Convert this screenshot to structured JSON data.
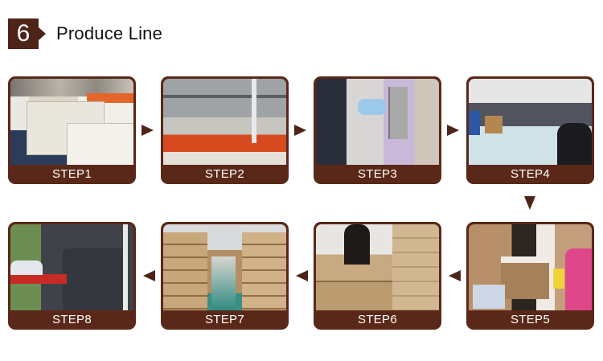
{
  "heading": {
    "number": "6",
    "title": "Produce Line"
  },
  "colors": {
    "brand_brown": "#5a2818",
    "arrow_brown": "#4e2418",
    "label_text": "#ffffff"
  },
  "steps": [
    {
      "label": "STEP1",
      "photo": "injection-molding-machines"
    },
    {
      "label": "STEP2",
      "photo": "automated-production-line"
    },
    {
      "label": "STEP3",
      "photo": "ultrasonic-welding-station"
    },
    {
      "label": "STEP4",
      "photo": "assembly-workers"
    },
    {
      "label": "STEP5",
      "photo": "packing-products-into-box"
    },
    {
      "label": "STEP6",
      "photo": "carton-packing"
    },
    {
      "label": "STEP7",
      "photo": "warehouse-storage"
    },
    {
      "label": "STEP8",
      "photo": "truck-loading"
    }
  ],
  "arrows": [
    {
      "from": "STEP1",
      "to": "STEP2",
      "direction": "right",
      "icon": "arrow-right-icon"
    },
    {
      "from": "STEP2",
      "to": "STEP3",
      "direction": "right",
      "icon": "arrow-right-icon"
    },
    {
      "from": "STEP3",
      "to": "STEP4",
      "direction": "right",
      "icon": "arrow-right-icon"
    },
    {
      "from": "STEP4",
      "to": "STEP5",
      "direction": "down",
      "icon": "arrow-down-icon"
    },
    {
      "from": "STEP5",
      "to": "STEP6",
      "direction": "left",
      "icon": "arrow-left-icon"
    },
    {
      "from": "STEP6",
      "to": "STEP7",
      "direction": "left",
      "icon": "arrow-left-icon"
    },
    {
      "from": "STEP7",
      "to": "STEP8",
      "direction": "left",
      "icon": "arrow-left-icon"
    }
  ]
}
